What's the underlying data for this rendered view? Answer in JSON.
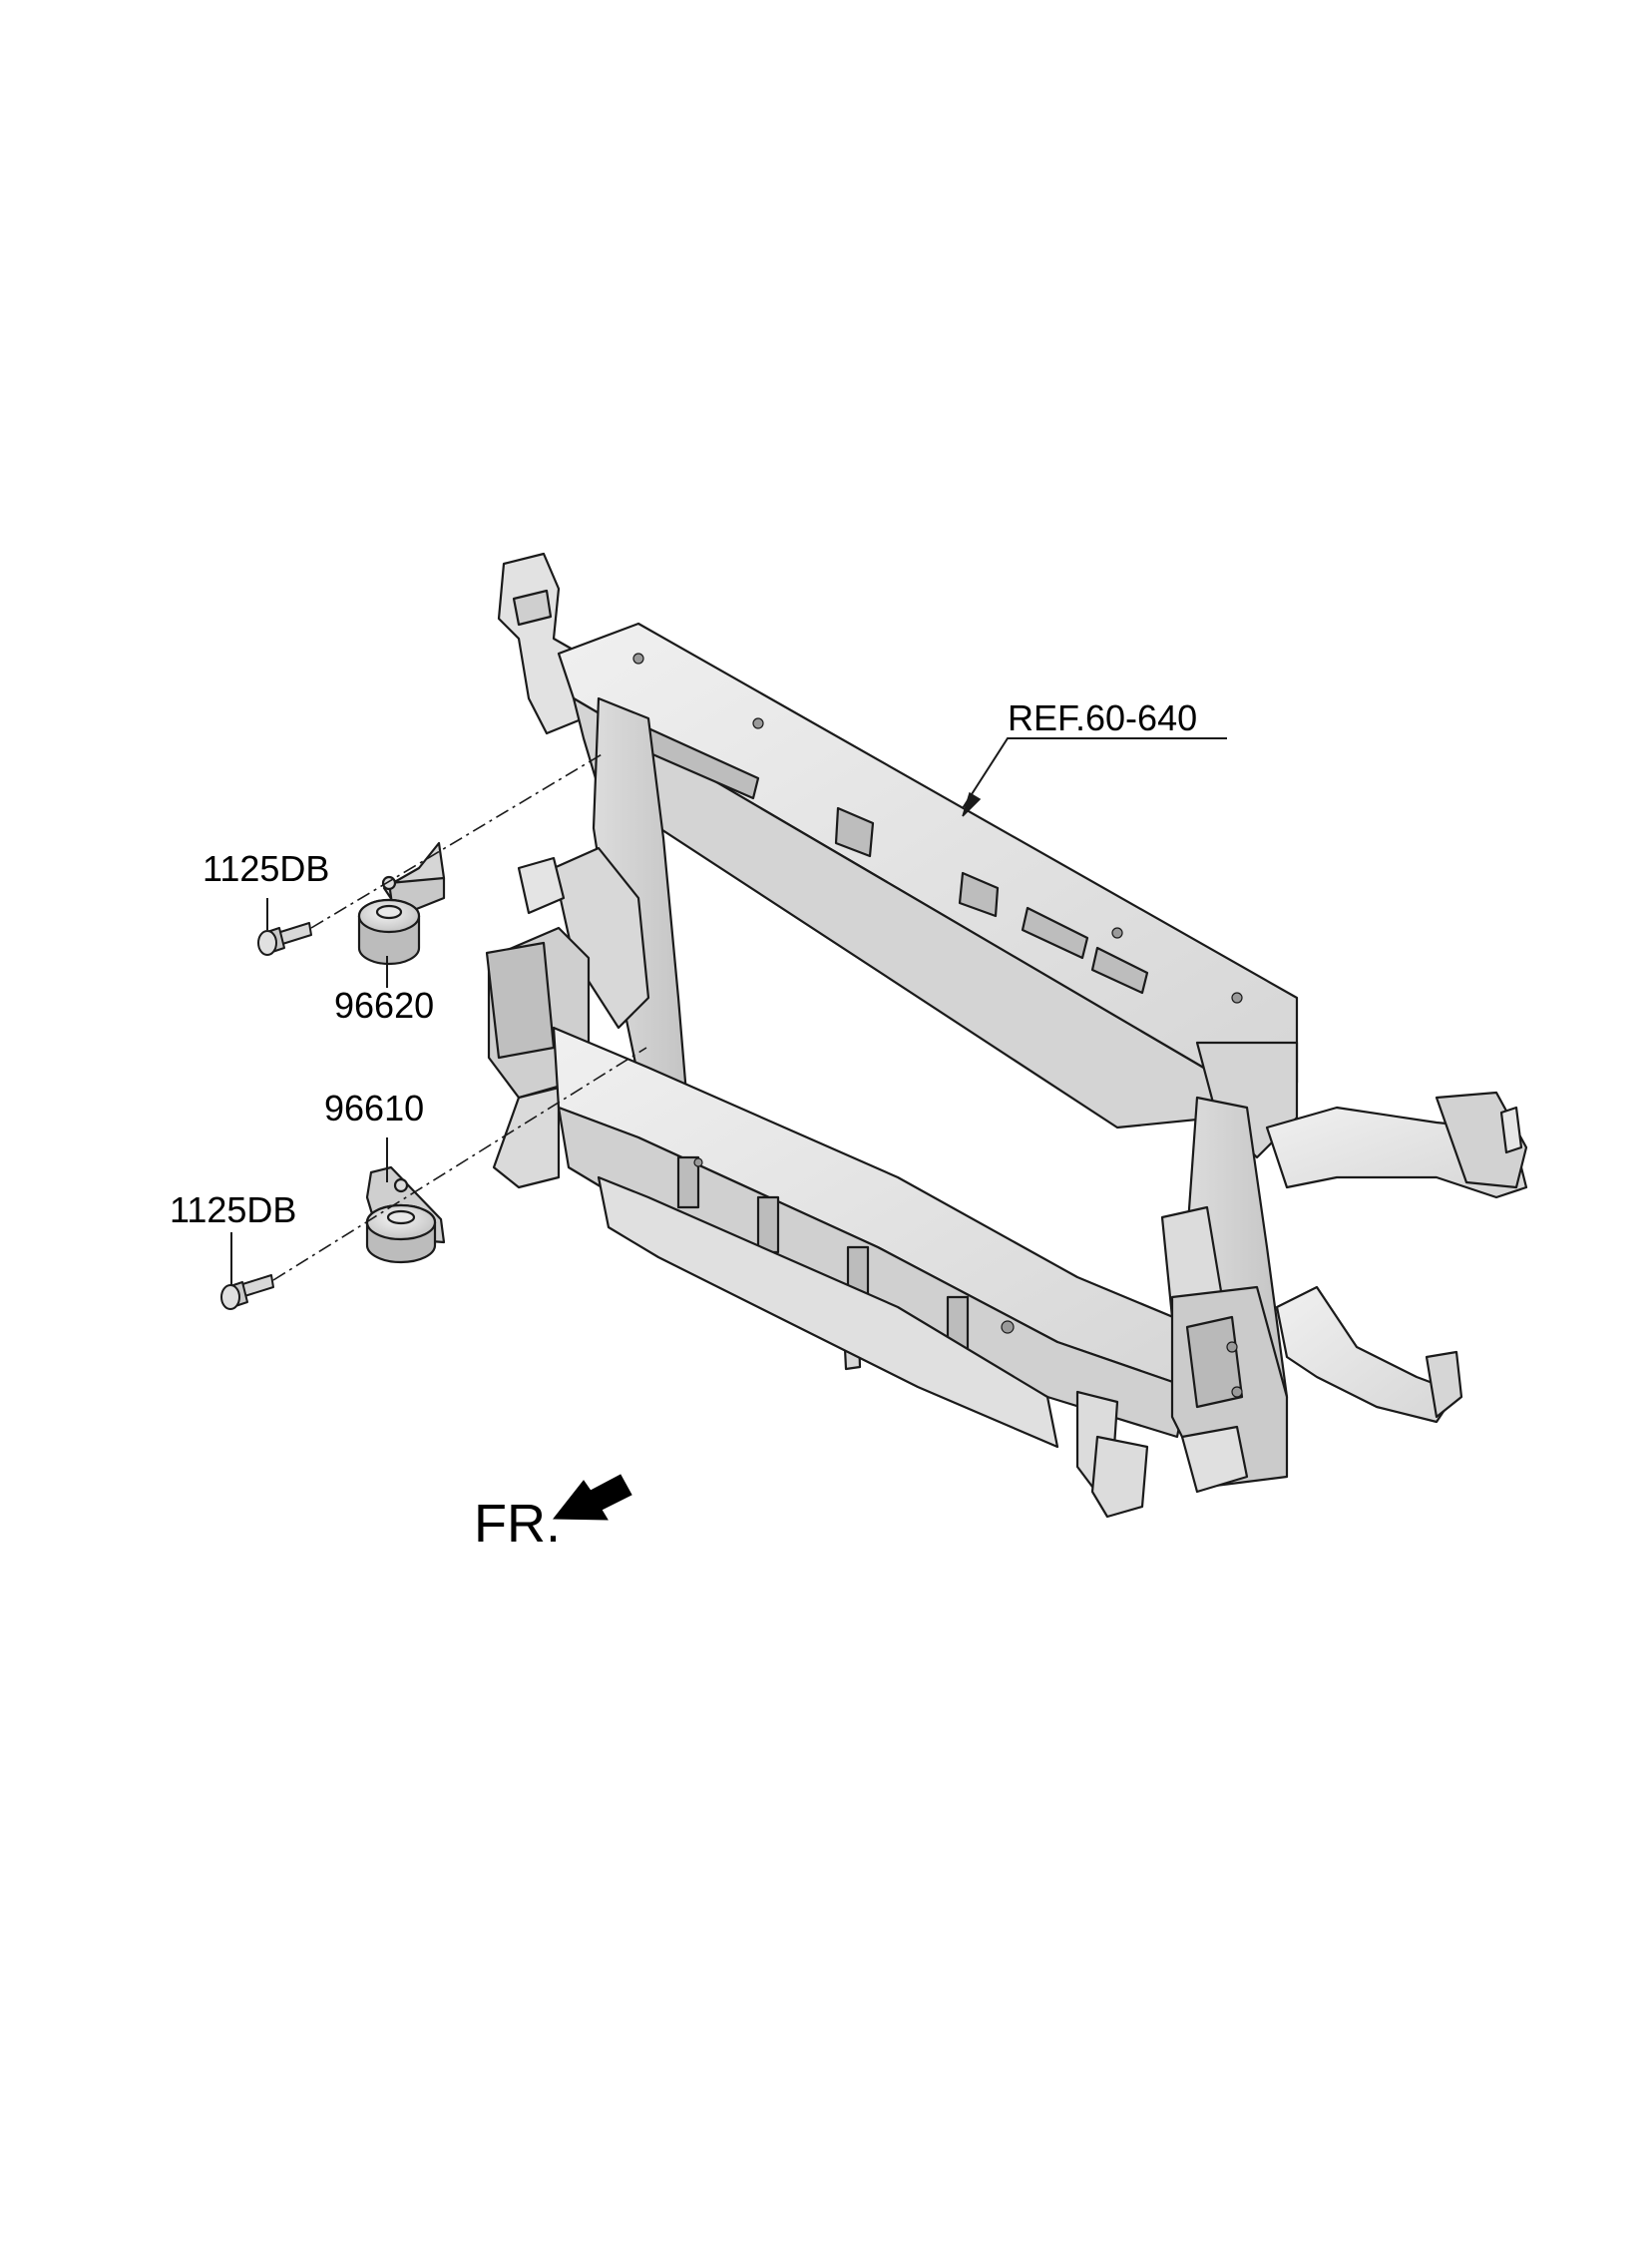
{
  "labels": {
    "ref": "REF.60-640",
    "bolt_upper": "1125DB",
    "horn_upper": "96620",
    "horn_lower": "96610",
    "bolt_lower": "1125DB",
    "front": "FR."
  },
  "colors": {
    "line": "#1a1a1a",
    "part_light": "#e6e6e6",
    "part_mid": "#d2d2d2",
    "part_dark": "#b8b8b8"
  }
}
